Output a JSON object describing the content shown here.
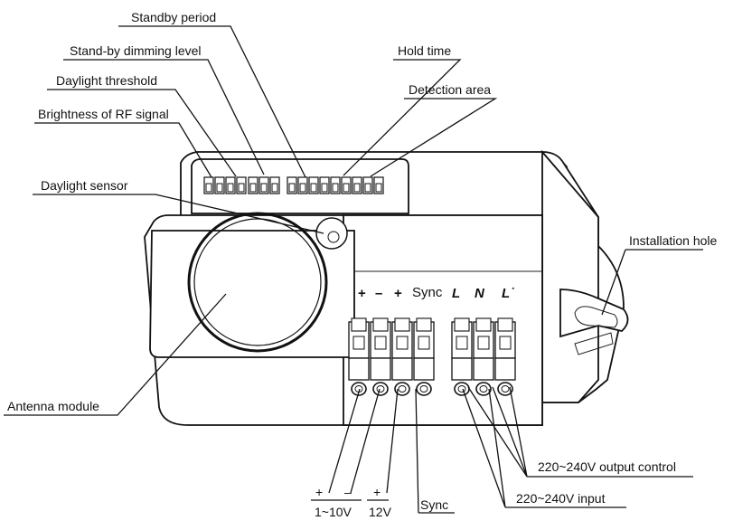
{
  "labels": {
    "standby_period": "Standby period",
    "standby_dimming": "Stand-by dimming level",
    "daylight_threshold": "Daylight  threshold",
    "rf_brightness": "Brightness of RF signal",
    "hold_time": "Hold time",
    "detection_area": "Detection area",
    "daylight_sensor": "Daylight  sensor",
    "installation_hole": "Installation hole",
    "antenna_module": "Antenna module",
    "output_control": "220~240V output control",
    "input": "220~240V input",
    "sync": "Sync"
  },
  "terminals": {
    "plus1": "+",
    "minus": "–",
    "plus2": "+",
    "sync": "Sync",
    "L": "L",
    "N": "N",
    "Lout": "L˙"
  },
  "bottom": {
    "range_plus": "+",
    "range_minus": "–",
    "range": "1~10V",
    "v12_plus": "+",
    "v12": "12V"
  }
}
